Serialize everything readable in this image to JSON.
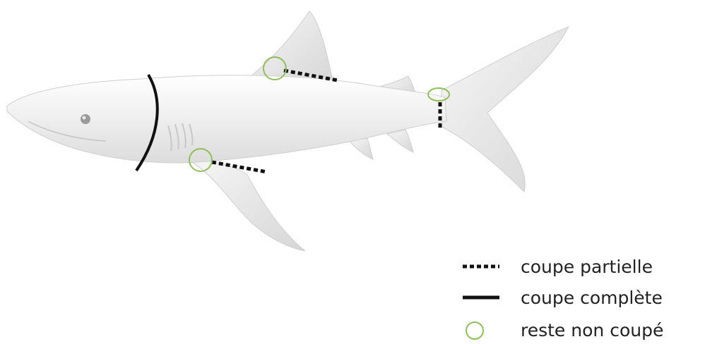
{
  "legend": {
    "partial_cut": "coupe partielle",
    "complete_cut": "coupe complète",
    "uncut_remainder": "reste non coupé"
  },
  "colors": {
    "background": "#ffffff",
    "shark_body": "#eeeeee",
    "shark_shade": "#d9d9d9",
    "cut_line": "#111111",
    "uncut_circle": "#8fbf5a",
    "legend_text": "#222222"
  },
  "icons": {
    "partial_cut": "dotted-line-icon",
    "complete_cut": "solid-line-icon",
    "uncut_remainder": "green-circle-icon"
  }
}
